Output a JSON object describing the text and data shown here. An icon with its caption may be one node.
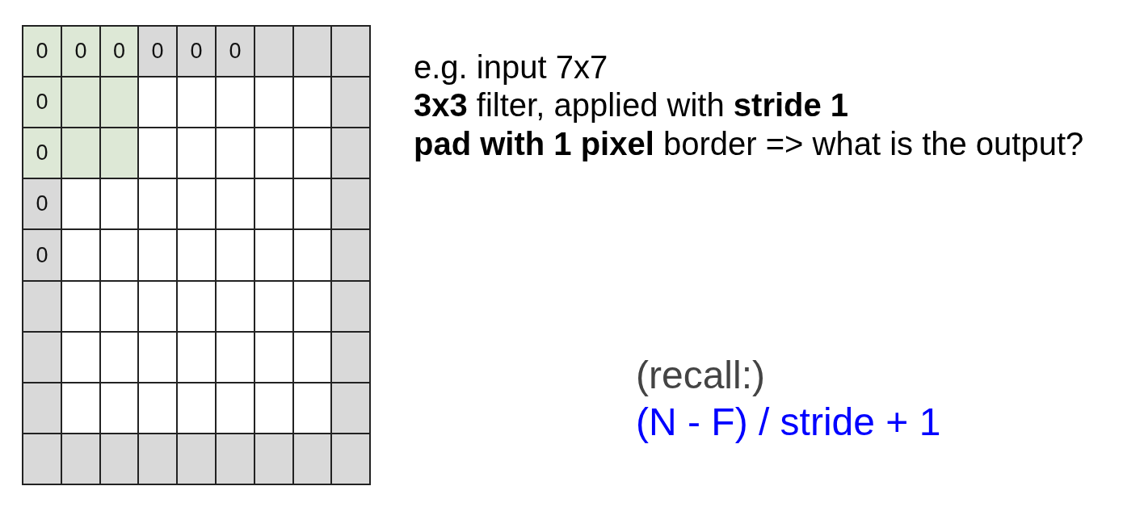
{
  "diagram": {
    "labels": [
      "0",
      "0",
      "0",
      "0",
      "0",
      "0",
      "0",
      "0",
      "0",
      "0",
      "e.g. input 7x7",
      "**3x3** filter, applied with **stride 1**",
      "**pad with 1 pixel** border => what is the output?",
      "(recall:)",
      "(N - F) / stride + 1"
    ]
  }
}
